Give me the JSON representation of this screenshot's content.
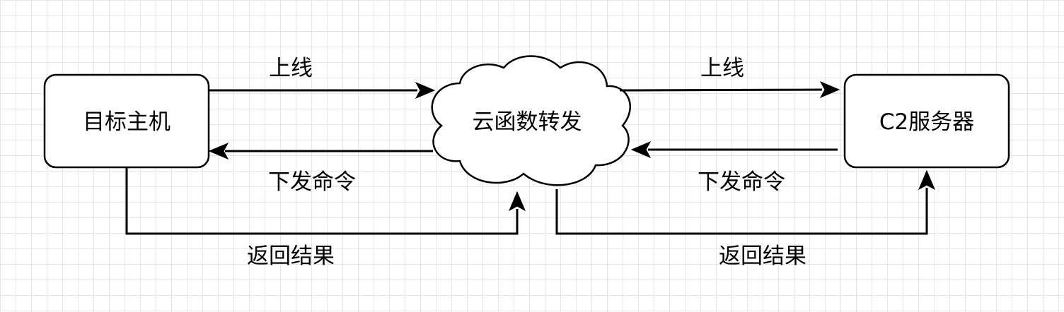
{
  "nodes": {
    "target_host": "目标主机",
    "cloud_function": "云函数转发",
    "c2_server": "C2服务器"
  },
  "edges": {
    "host_to_cloud_online": "上线",
    "cloud_to_host_command": "下发命令",
    "host_to_cloud_result": "返回结果",
    "cloud_to_c2_online": "上线",
    "c2_to_cloud_command": "下发命令",
    "cloud_to_c2_result": "返回结果"
  }
}
